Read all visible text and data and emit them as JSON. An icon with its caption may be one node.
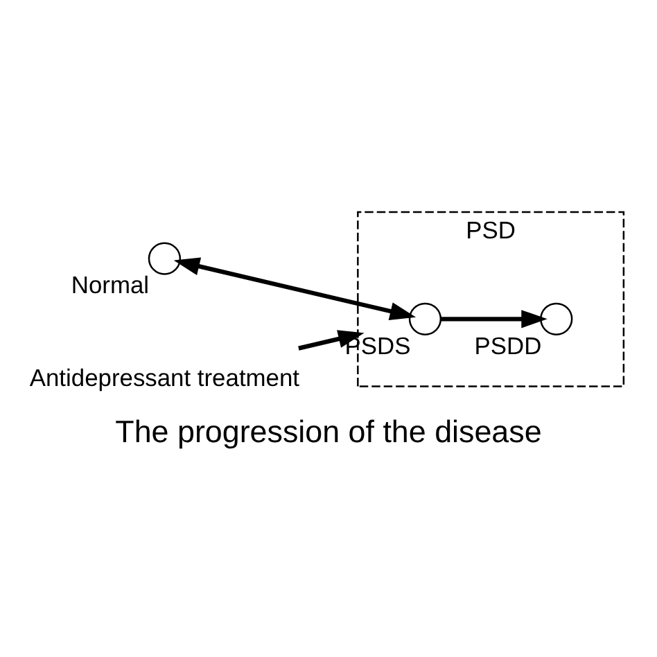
{
  "diagram": {
    "caption": "The progression of the disease",
    "nodes": [
      {
        "text": [
          "PSD"
        ]
      },
      {
        "text": [],
        "shape": "circle",
        "beside": [
          "Normal"
        ]
      },
      {
        "text": [],
        "shape": "circle",
        "beside": [
          "PSDS"
        ],
        "in": 0
      },
      {
        "text": [],
        "shape": "circle",
        "beside": [
          "PSDD"
        ],
        "in": 0
      },
      {
        "text": [
          "Antidepressant treatment"
        ]
      }
    ],
    "edges": [
      {
        "from": 1,
        "to": 2,
        "arrow": "both"
      },
      {
        "from": 2,
        "to": 3,
        "arrow": "to"
      },
      {
        "from": 4,
        "to": 0,
        "arrow": "to"
      }
    ]
  }
}
